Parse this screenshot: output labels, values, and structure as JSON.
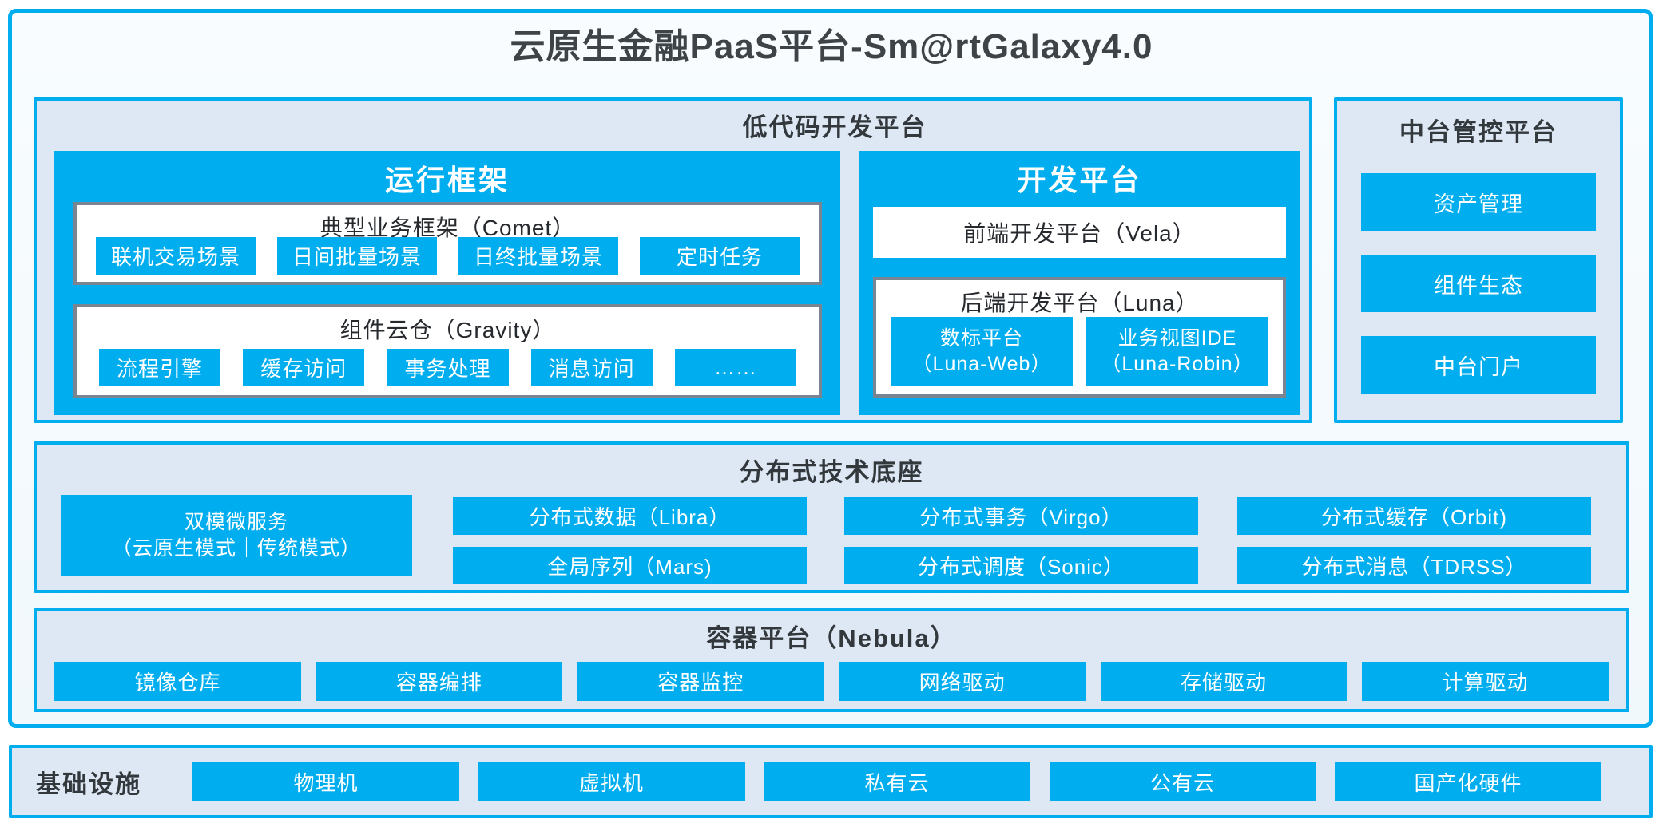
{
  "title": "云原生金融PaaS平台-Sm@rtGalaxy4.0",
  "colors": {
    "accent": "#00AEEF",
    "panel_bg": "#DEE8F4",
    "border_gray": "#7B8591",
    "title_text": "#3E4347"
  },
  "lowcode": {
    "title": "低代码开发平台",
    "runtime": {
      "title": "运行框架",
      "comet": {
        "title": "典型业务框架（Comet）",
        "items": [
          "联机交易场景",
          "日间批量场景",
          "日终批量场景",
          "定时任务"
        ]
      },
      "gravity": {
        "title": "组件云仓（Gravity）",
        "items": [
          "流程引擎",
          "缓存访问",
          "事务处理",
          "消息访问",
          "……"
        ]
      }
    },
    "dev": {
      "title": "开发平台",
      "vela": {
        "title": "前端开发平台（Vela）"
      },
      "luna": {
        "title": "后端开发平台（Luna）",
        "items": [
          {
            "line1": "数标平台",
            "line2": "（Luna-Web）"
          },
          {
            "line1": "业务视图IDE",
            "line2": "（Luna-Robin）"
          }
        ]
      }
    }
  },
  "midplatform": {
    "title": "中台管控平台",
    "items": [
      "资产管理",
      "组件生态",
      "中台门户"
    ]
  },
  "distributed": {
    "title": "分布式技术底座",
    "dualmode": {
      "line1": "双模微服务",
      "line2": "（云原生模式｜传统模式）"
    },
    "cols": [
      {
        "top": "分布式数据（Libra）",
        "bottom": "全局序列（Mars)"
      },
      {
        "top": "分布式事务（Virgo）",
        "bottom": "分布式调度（Sonic）"
      },
      {
        "top": "分布式缓存（Orbit)",
        "bottom": "分布式消息（TDRSS）"
      }
    ]
  },
  "containerPlatform": {
    "title": "容器平台（Nebula）",
    "items": [
      "镜像仓库",
      "容器编排",
      "容器监控",
      "网络驱动",
      "存储驱动",
      "计算驱动"
    ]
  },
  "infrastructure": {
    "title": "基础设施",
    "items": [
      "物理机",
      "虚拟机",
      "私有云",
      "公有云",
      "国产化硬件"
    ]
  }
}
